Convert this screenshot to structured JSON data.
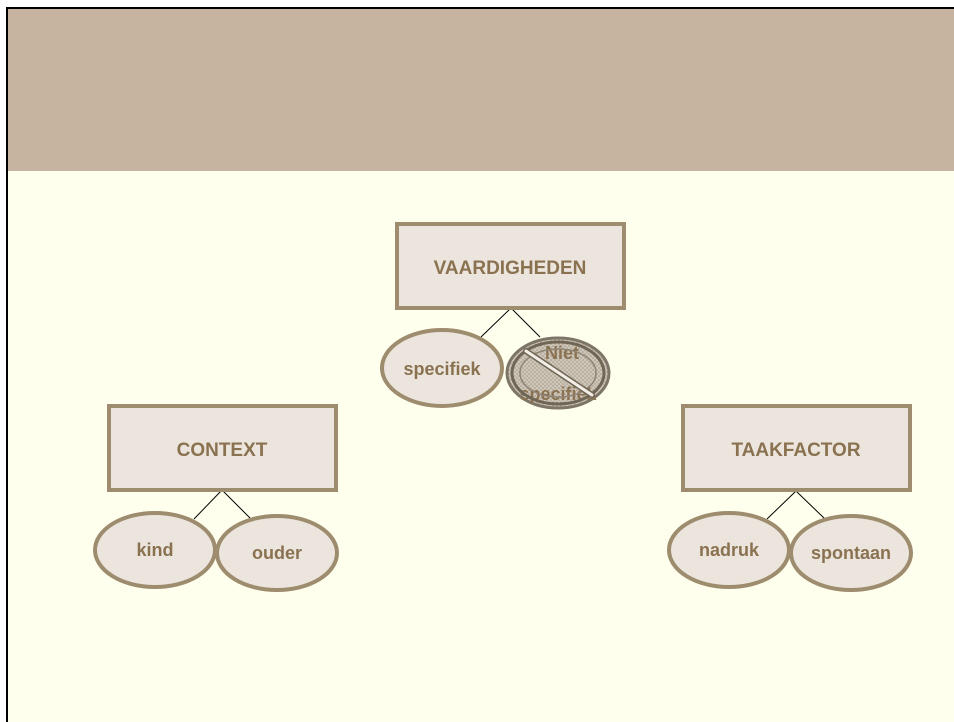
{
  "diagram": {
    "boxes": {
      "vaardigheden": "VAARDIGHEDEN",
      "context": "CONTEXT",
      "taakfactor": "TAAKFACTOR"
    },
    "ovals": {
      "specifiek": "specifiek",
      "niet_specifiek_line1": "Niet",
      "niet_specifiek_line2": "specifiek",
      "kind": "kind",
      "ouder": "ouder",
      "nadruk": "nadruk",
      "spontaan": "spontaan"
    },
    "colors": {
      "header_band": "#c6b4a0",
      "background": "#ffffee",
      "box_fill": "#ebe5dd",
      "box_border": "#9e8c6e",
      "text": "#8a7251",
      "connector": "#000000"
    },
    "prohibited_icon": "no-sign-icon"
  }
}
